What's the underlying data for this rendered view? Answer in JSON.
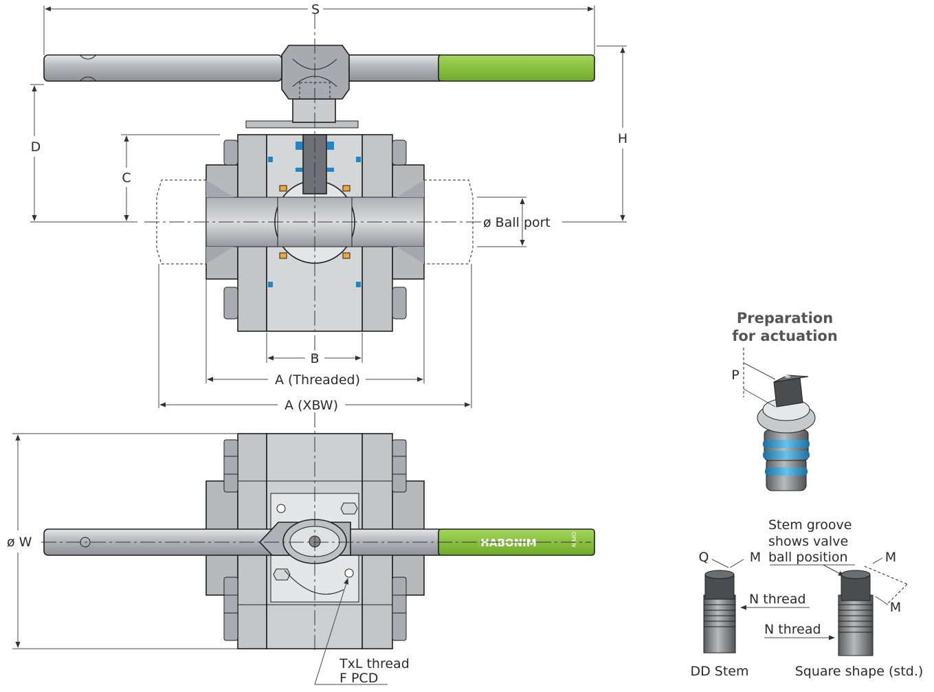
{
  "dimensions": {
    "S": "S",
    "H": "H",
    "D": "D",
    "C": "C",
    "ball_port": "ø Ball port",
    "B": "B",
    "A_threaded": "A (Threaded)",
    "A_xbw": "A (XBW)",
    "W": "ø W"
  },
  "bottom_view": {
    "brand": "HABONIM",
    "open_mark": "OPEN",
    "txl_thread": "TxL thread",
    "f_pcd": "F PCD"
  },
  "actuation": {
    "title_line1": "Preparation",
    "title_line2": "for actuation",
    "P": "P",
    "groove_line1": "Stem groove",
    "groove_line2": "shows valve",
    "groove_line3": "ball position",
    "Q": "Q",
    "M": "M",
    "n_thread": "N thread",
    "dd_stem": "DD Stem",
    "square_shape": "Square shape (std.)"
  },
  "colors": {
    "handle_grip": "#8dc63f",
    "body": "#b9bcbf",
    "body_section": "#d4d6d8",
    "bore": "#9fa3a7",
    "seal_blue": "#1f86c7",
    "seat_orange": "#f0a830",
    "stem_blue": "#3fa9d9"
  }
}
